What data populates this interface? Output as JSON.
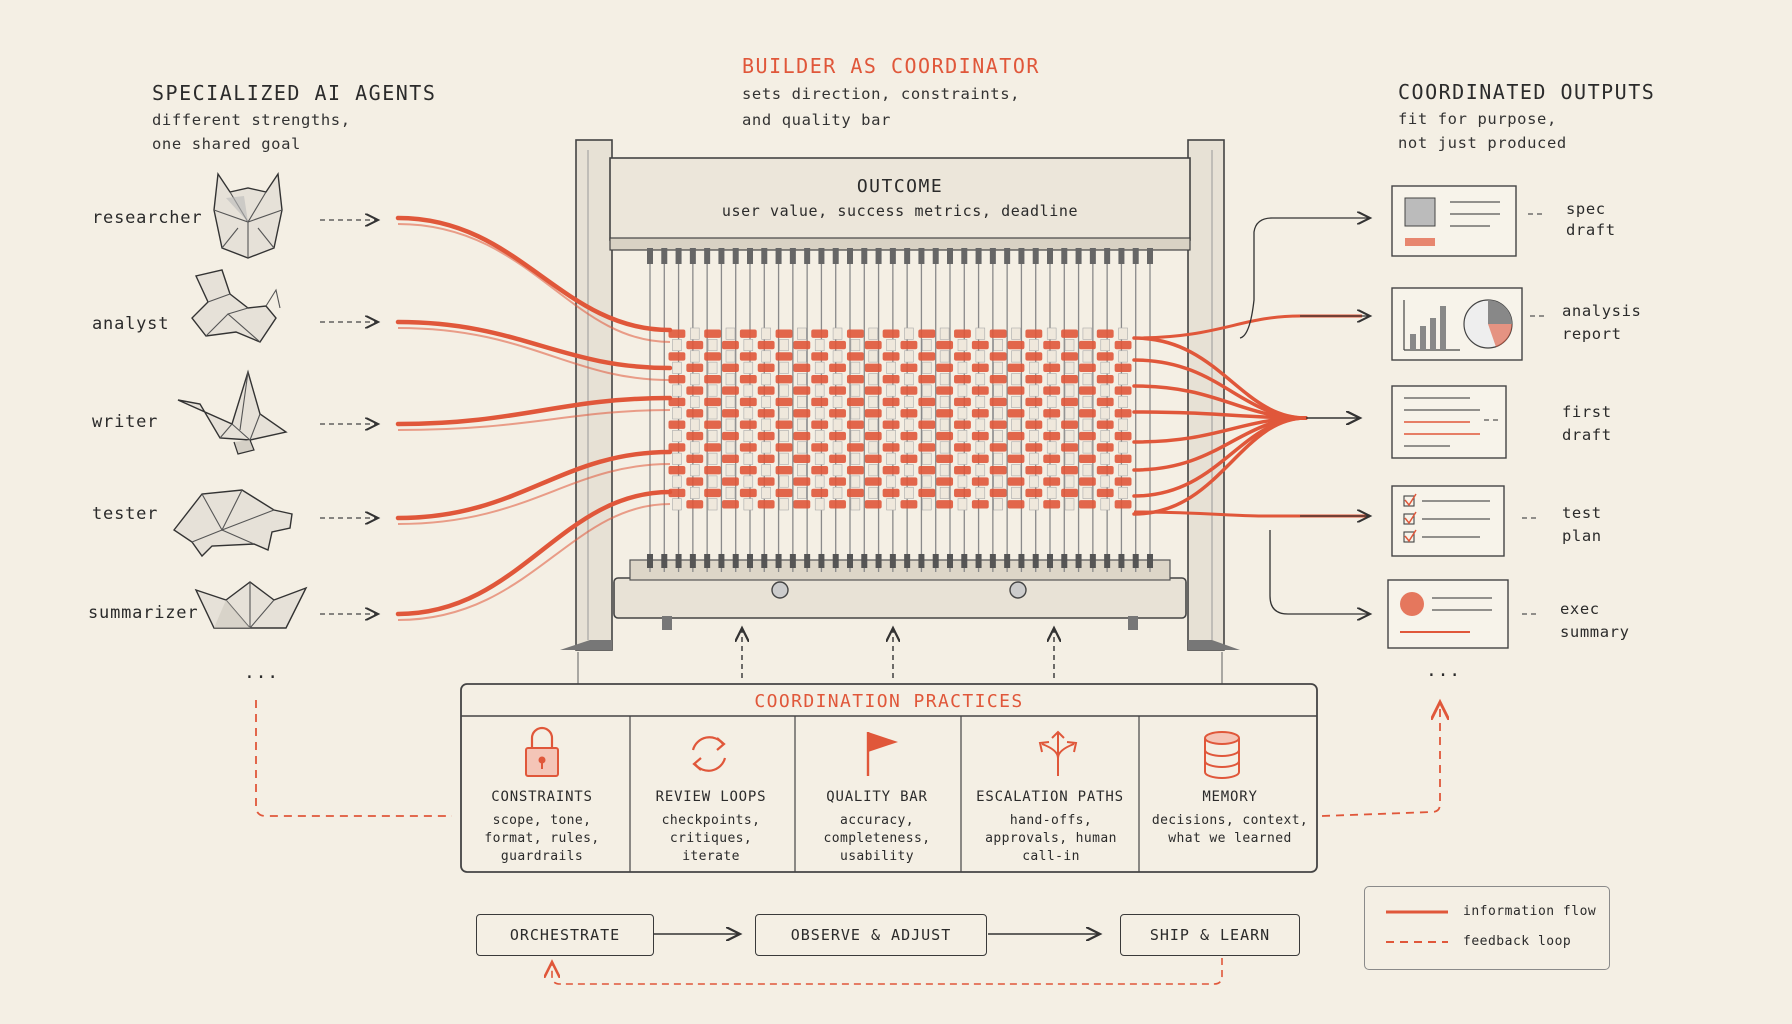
{
  "colors": {
    "accent": "#e0573a",
    "ink": "#2b2b2b",
    "paper": "#f4efe4"
  },
  "coordinator": {
    "title": "BUILDER AS COORDINATOR",
    "line1": "sets direction, constraints,",
    "line2": "and quality bar"
  },
  "agents": {
    "title": "SPECIALIZED AI AGENTS",
    "line1": "different strengths,",
    "line2": "one shared goal",
    "items": [
      {
        "label": "researcher",
        "icon": "origami-owl-icon"
      },
      {
        "label": "analyst",
        "icon": "origami-fox-icon"
      },
      {
        "label": "writer",
        "icon": "origami-crane-icon"
      },
      {
        "label": "tester",
        "icon": "origami-turtle-icon"
      },
      {
        "label": "summarizer",
        "icon": "origami-boat-icon"
      }
    ],
    "more": "..."
  },
  "outputs": {
    "title": "COORDINATED OUTPUTS",
    "line1": "fit for purpose,",
    "line2": "not just produced",
    "items": [
      {
        "line1": "spec",
        "line2": "draft"
      },
      {
        "line1": "analysis",
        "line2": "report"
      },
      {
        "line1": "first",
        "line2": "draft"
      },
      {
        "line1": "test",
        "line2": "plan"
      },
      {
        "line1": "exec",
        "line2": "summary"
      }
    ],
    "more": "..."
  },
  "outcome": {
    "title": "OUTCOME",
    "desc": "user value, success metrics, deadline"
  },
  "practices": {
    "title": "COORDINATION PRACTICES",
    "items": [
      {
        "title": "CONSTRAINTS",
        "desc": "scope, tone, format, rules, guardrails",
        "icon": "lock-icon"
      },
      {
        "title": "REVIEW LOOPS",
        "desc": "checkpoints, critiques, iterate",
        "icon": "refresh-icon"
      },
      {
        "title": "QUALITY BAR",
        "desc": "accuracy, completeness, usability",
        "icon": "flag-icon"
      },
      {
        "title": "ESCALATION PATHS",
        "desc": "hand-offs, approvals, human call-in",
        "icon": "split-arrows-icon"
      },
      {
        "title": "MEMORY",
        "desc": "decisions, context, what we learned",
        "icon": "database-icon"
      }
    ]
  },
  "stages": [
    "ORCHESTRATE",
    "OBSERVE & ADJUST",
    "SHIP & LEARN"
  ],
  "legend": {
    "info": "information flow",
    "feedback": "feedback loop"
  }
}
